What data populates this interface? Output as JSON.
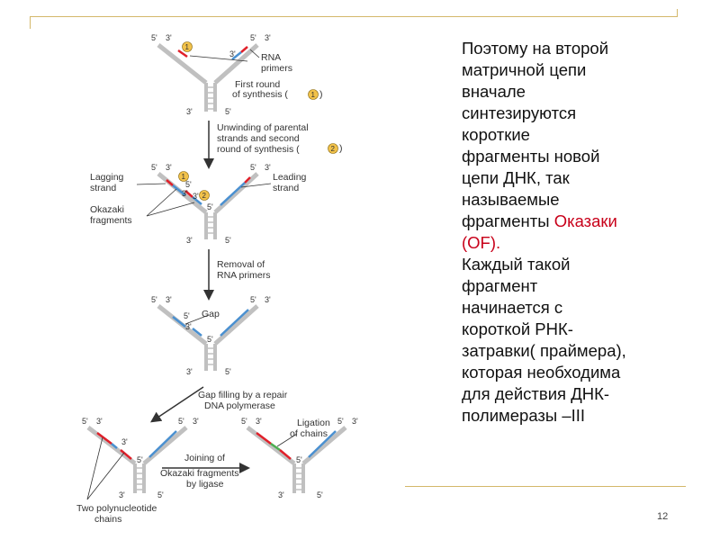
{
  "text_panel": {
    "p1_lines": [
      "Поэтому на второй",
      "матричной цепи",
      "вначале",
      "синтезируются",
      "короткие",
      "фрагменты новой",
      "цепи ДНК, так",
      "называемые"
    ],
    "p1_last_prefix": "фрагменты ",
    "p1_highlight": "Оказаки",
    "p1_highlight2": "(OF).",
    "p2_lines": [
      "Каждый такой",
      "фрагмент",
      "начинается  с",
      "короткой  РНК-",
      "затравки( праймера),",
      "которая необходима",
      "для  действия ДНК-",
      "полимеразы  –III"
    ]
  },
  "page_number": "12",
  "diagram": {
    "five": "5'",
    "three": "3'",
    "one": "1",
    "two": "2",
    "rna_primers": [
      "RNA",
      "primers"
    ],
    "first_round": [
      "First round",
      "of synthesis ("
    ],
    "close_paren": ")",
    "unwinding": [
      "Unwinding of parental",
      "strands and second",
      "round of synthesis ("
    ],
    "lagging": [
      "Lagging",
      "strand"
    ],
    "leading": [
      "Leading",
      "strand"
    ],
    "okazaki": [
      "Okazaki",
      "fragments"
    ],
    "removal": [
      "Removal of",
      "RNA primers"
    ],
    "gap": "Gap",
    "gap_filling": [
      "Gap filling by a repair",
      "DNA polymerase"
    ],
    "ligation": [
      "Ligation",
      "of chains"
    ],
    "joining": [
      "Joining of",
      "Okazaki fragments",
      "by ligase"
    ],
    "two_chains": [
      "Two polynucleotide",
      "chains"
    ]
  },
  "colors": {
    "frame": "#d4b86a",
    "strand": "#c0c0c0",
    "primer": "#e0202a",
    "new_dna": "#4a90d0",
    "ligated": "#4caf50",
    "badge": "#f2c24a",
    "highlight": "#c8001a"
  }
}
